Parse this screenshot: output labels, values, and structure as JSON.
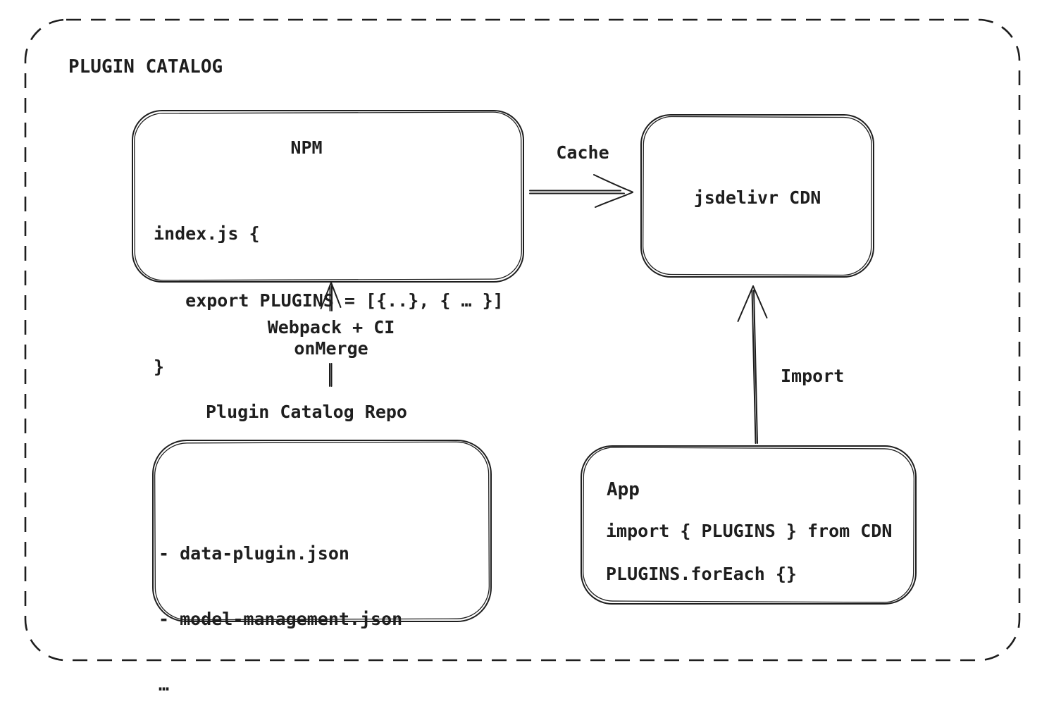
{
  "diagram": {
    "title": "PLUGIN CATALOG",
    "nodes": {
      "npm": {
        "title": "NPM",
        "code": [
          "index.js {",
          "   export PLUGINS = [{..}, { … }]",
          "}"
        ]
      },
      "cdn": {
        "title": "jsdelivr CDN"
      },
      "repo": {
        "label": "Plugin Catalog Repo",
        "files": [
          "- data-plugin.json",
          "- model-management.json",
          "…"
        ]
      },
      "app": {
        "title": "App",
        "code": [
          "import { PLUGINS } from CDN",
          "PLUGINS.forEach {}"
        ]
      }
    },
    "edges": {
      "cache": {
        "label": "Cache"
      },
      "build": {
        "label_line1": "Webpack + CI",
        "label_line2": "onMerge"
      },
      "import": {
        "label": "Import"
      }
    },
    "colors": {
      "ink": "#1e1e1e",
      "background": "#ffffff"
    }
  }
}
